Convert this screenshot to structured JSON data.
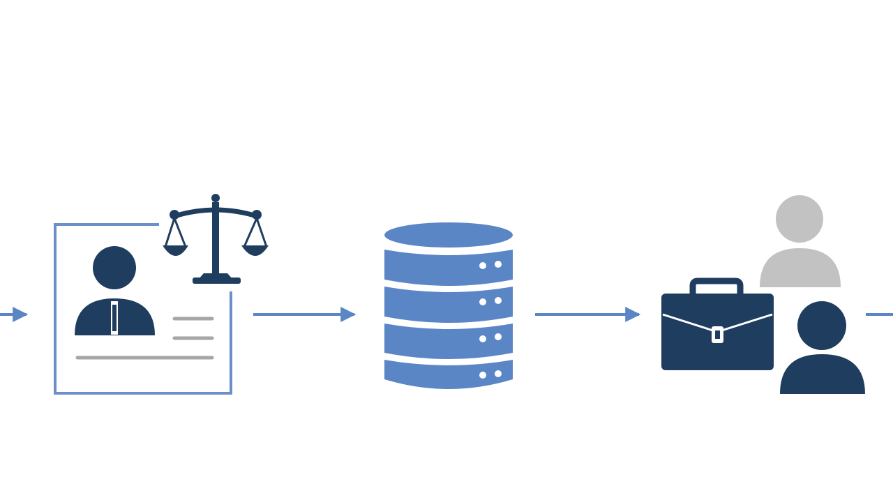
{
  "diagram": {
    "colors": {
      "background": "#ffffff",
      "navy": "#1f3d5e",
      "blue": "#5b86c5",
      "arrow": "#5b86c5",
      "frame": "#6b8fc9",
      "gray": "#c2c2c2",
      "line_gray": "#a6a6a6"
    },
    "nodes": [
      {
        "id": "legal-profile",
        "icons": [
          "profile-card-icon",
          "person-with-tie-icon",
          "scales-of-justice-icon"
        ]
      },
      {
        "id": "database",
        "icons": [
          "database-icon"
        ]
      },
      {
        "id": "hiring",
        "icons": [
          "briefcase-icon",
          "person-icon",
          "person-icon"
        ]
      }
    ],
    "connectors": [
      {
        "from": "offscreen-left",
        "to": "legal-profile"
      },
      {
        "from": "legal-profile",
        "to": "database"
      },
      {
        "from": "database",
        "to": "hiring"
      },
      {
        "from": "hiring",
        "to": "offscreen-right"
      }
    ]
  }
}
